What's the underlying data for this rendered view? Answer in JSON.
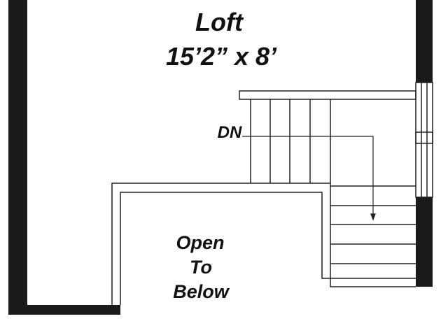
{
  "room": {
    "name": "Loft",
    "dimensions": "15’2” x 8’"
  },
  "stairs": {
    "direction_label": "DN"
  },
  "opening": {
    "line1": "Open",
    "line2": "To",
    "line3": "Below"
  },
  "colors": {
    "wall": "#1a1a1a",
    "line": "#222222",
    "background": "#ffffff"
  }
}
